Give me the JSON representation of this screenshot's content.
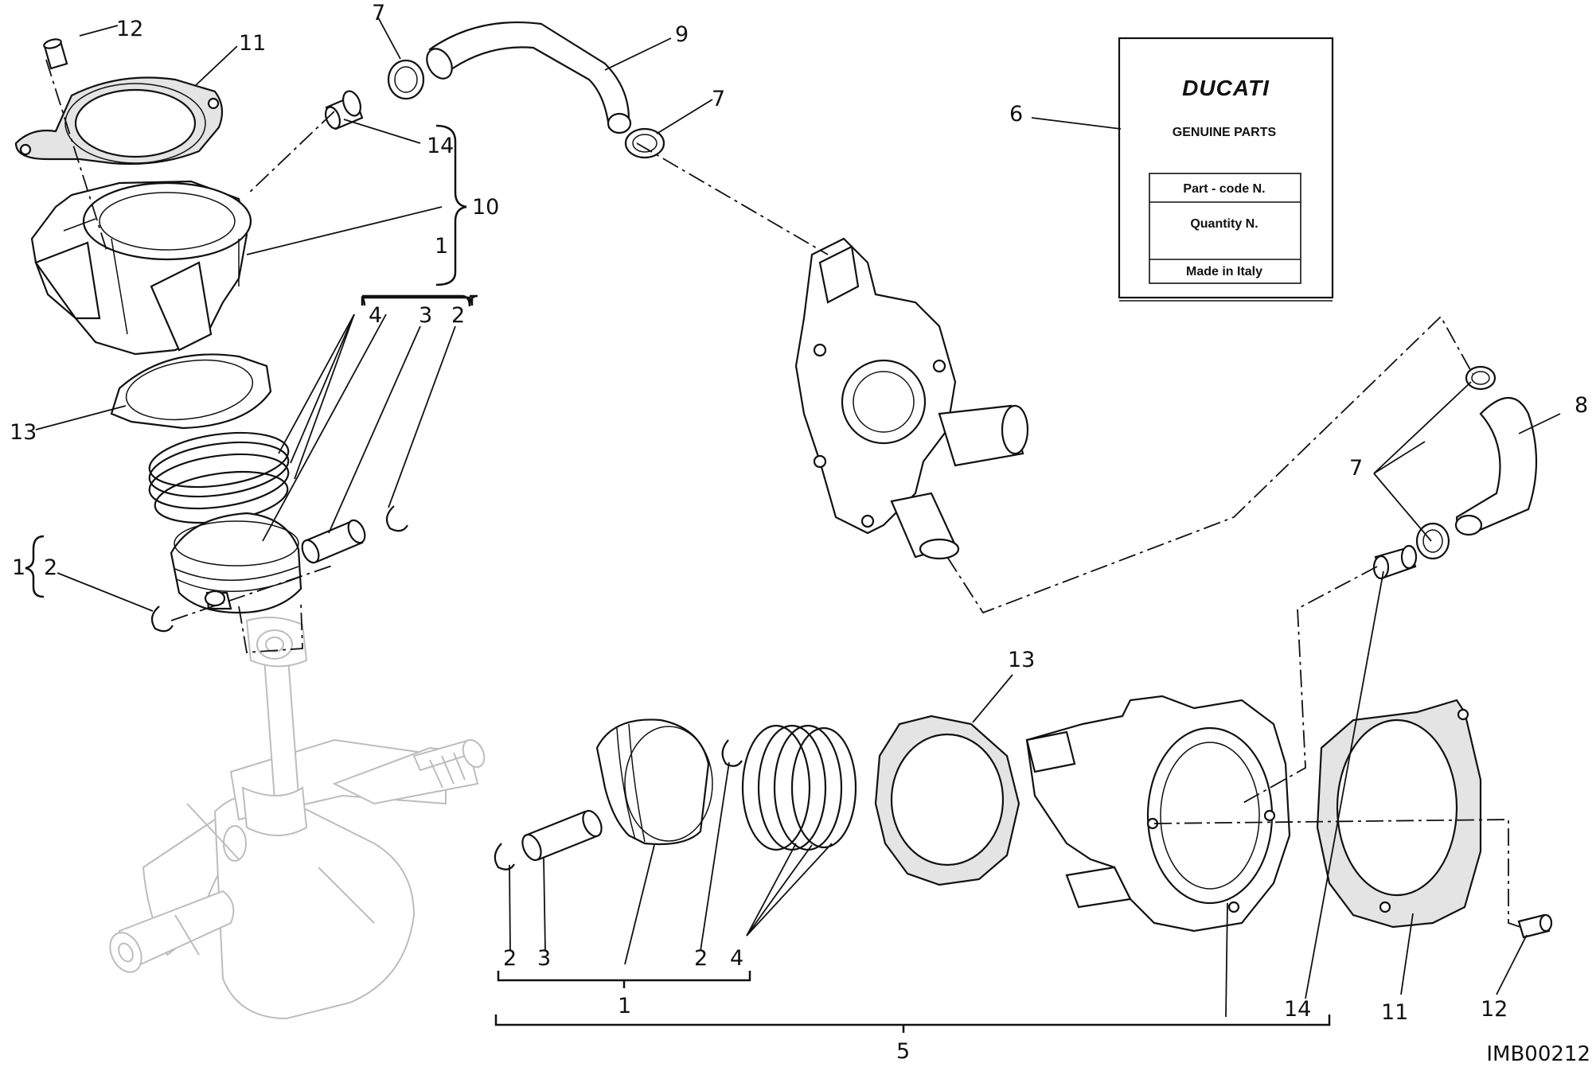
{
  "diagram": {
    "image_code": "IMB00212",
    "callouts": {
      "c1_top": "1",
      "c2_top": "2",
      "c3_top": "3",
      "c4_top": "4",
      "c1_left": "1",
      "c2_left": "2",
      "c6": "6",
      "c7_a": "7",
      "c7_b": "7",
      "c7_c": "7",
      "c8": "8",
      "c9": "9",
      "c10": "10",
      "c11_top": "11",
      "c12_top": "12",
      "c13_top": "13",
      "c14_top": "14",
      "c13_mid": "13",
      "c2_bl": "2",
      "c3_bl": "3",
      "c2_bm": "2",
      "c4_bm": "4",
      "c1_bottom": "1",
      "c5_bottom": "5",
      "c14_br": "14",
      "c11_br": "11",
      "c12_br": "12"
    },
    "parts_label": {
      "brand": "DUCATI",
      "subtitle": "GENUINE PARTS",
      "row1": "Part - code N.",
      "row2": "Quantity N.",
      "row3": "Made in Italy"
    }
  }
}
